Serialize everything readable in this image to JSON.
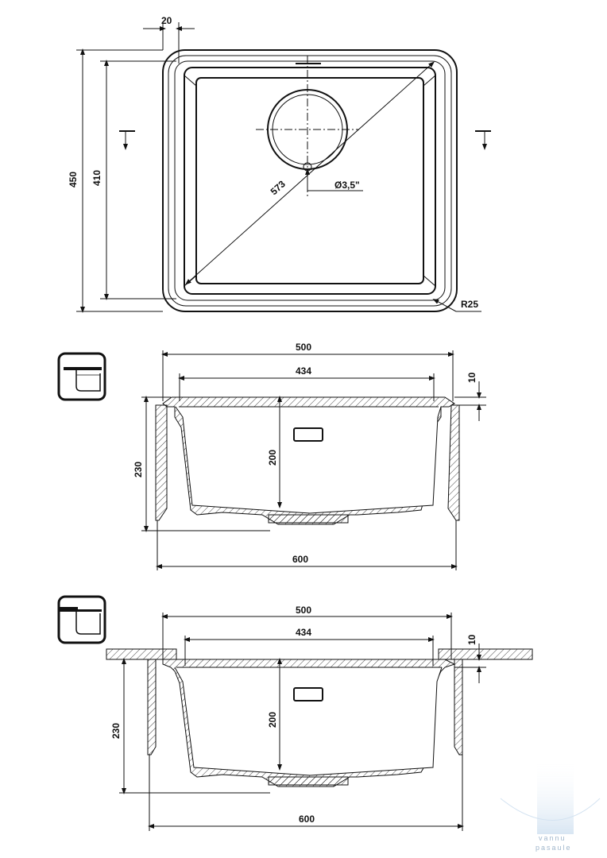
{
  "top_view": {
    "dim_width_flange": "20",
    "dim_outer_height": "450",
    "dim_inner_height": "410",
    "dim_diagonal": "573",
    "dim_drain": "Ø3,5\"",
    "dim_radius": "R25"
  },
  "section_1": {
    "dim_outer_top": "500",
    "dim_inner_top": "434",
    "dim_flange": "10",
    "dim_depth_inner": "200",
    "dim_depth_total": "230",
    "dim_cabinet": "600"
  },
  "section_2": {
    "dim_outer_top": "500",
    "dim_inner_top": "434",
    "dim_flange": "10",
    "dim_depth_inner": "200",
    "dim_depth_total": "230",
    "dim_cabinet": "600"
  },
  "watermark": {
    "line1": "vannu",
    "line2": "pasaule"
  },
  "colors": {
    "line": "#111111",
    "watermark": "#c9dcee"
  }
}
